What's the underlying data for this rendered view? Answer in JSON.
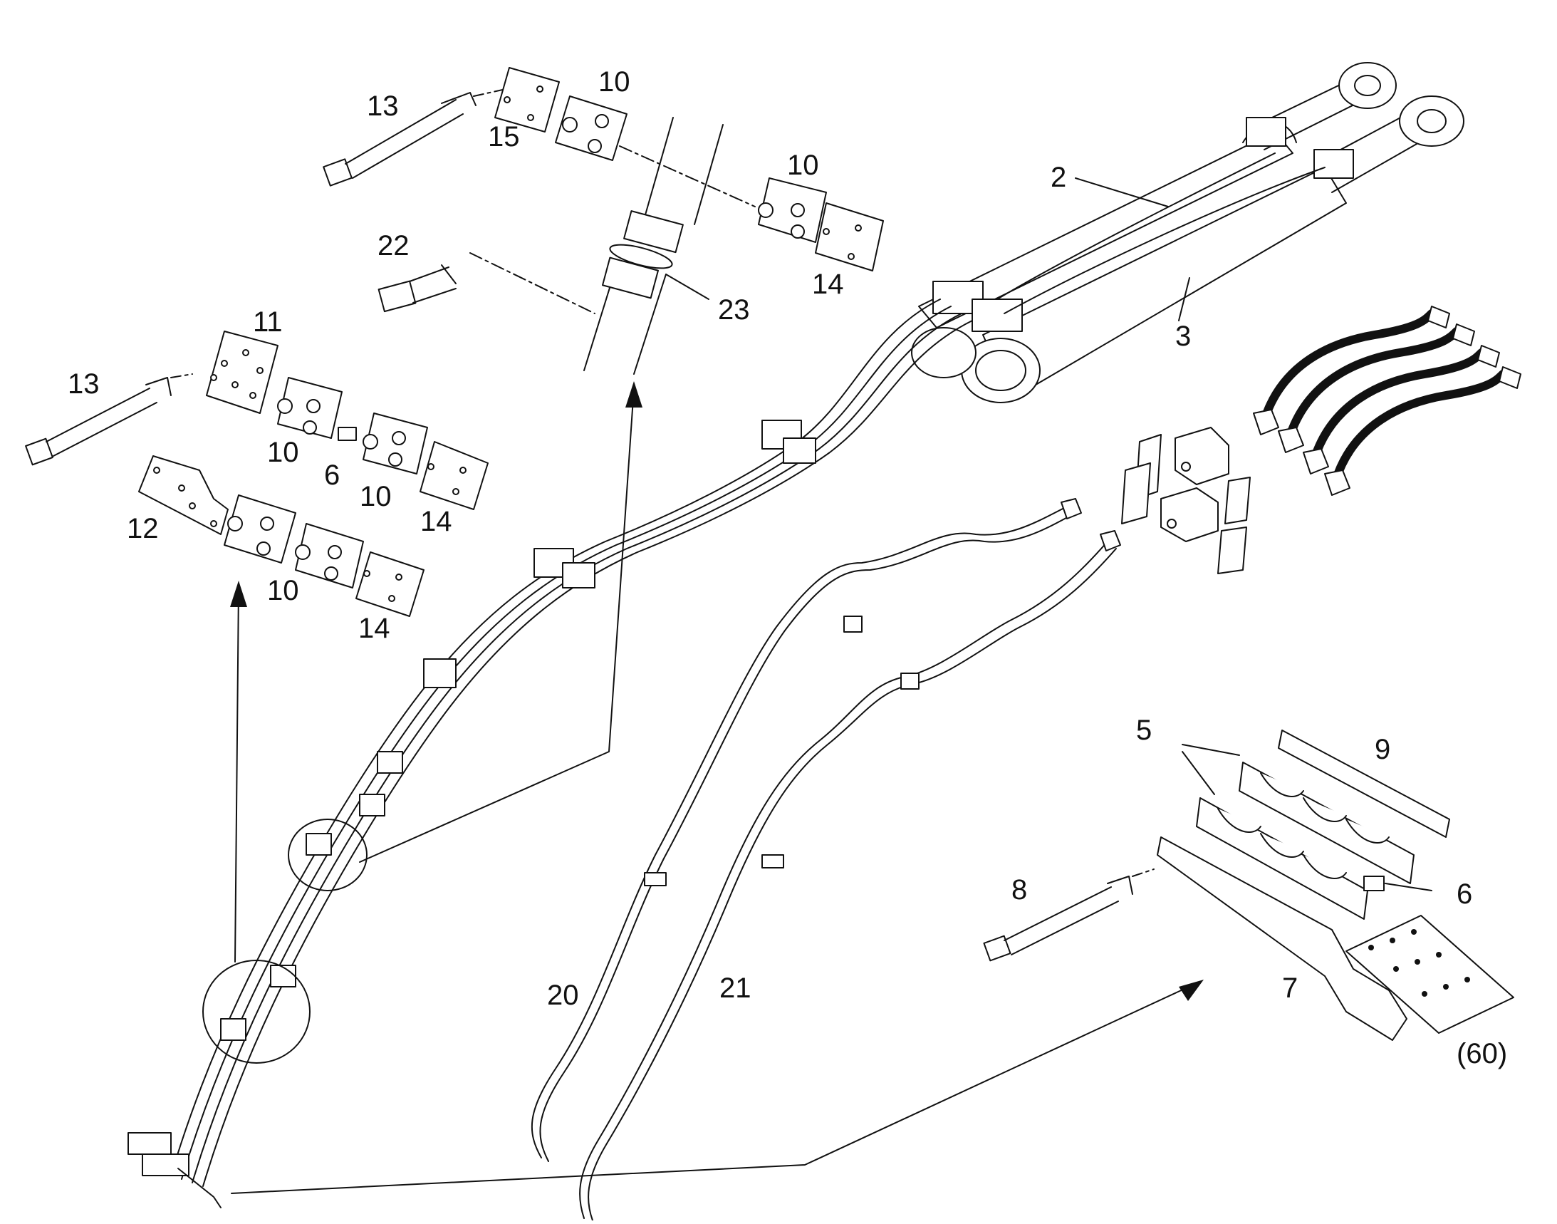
{
  "callouts": {
    "c2": "2",
    "c3": "3",
    "c5": "5",
    "c6a": "6",
    "c6b": "6",
    "c7": "7",
    "c8": "8",
    "c9": "9",
    "c10a": "10",
    "c10b": "10",
    "c10c": "10",
    "c10d": "10",
    "c10e": "10",
    "c11": "11",
    "c12": "12",
    "c13a": "13",
    "c13b": "13",
    "c14a": "14",
    "c14b": "14",
    "c14c": "14",
    "c15": "15",
    "c20": "20",
    "c21": "21",
    "c22": "22",
    "c23": "23",
    "c60": "(60)"
  },
  "colors": {
    "line": "#111111",
    "fill": "#ffffff",
    "hose": "#111111"
  }
}
